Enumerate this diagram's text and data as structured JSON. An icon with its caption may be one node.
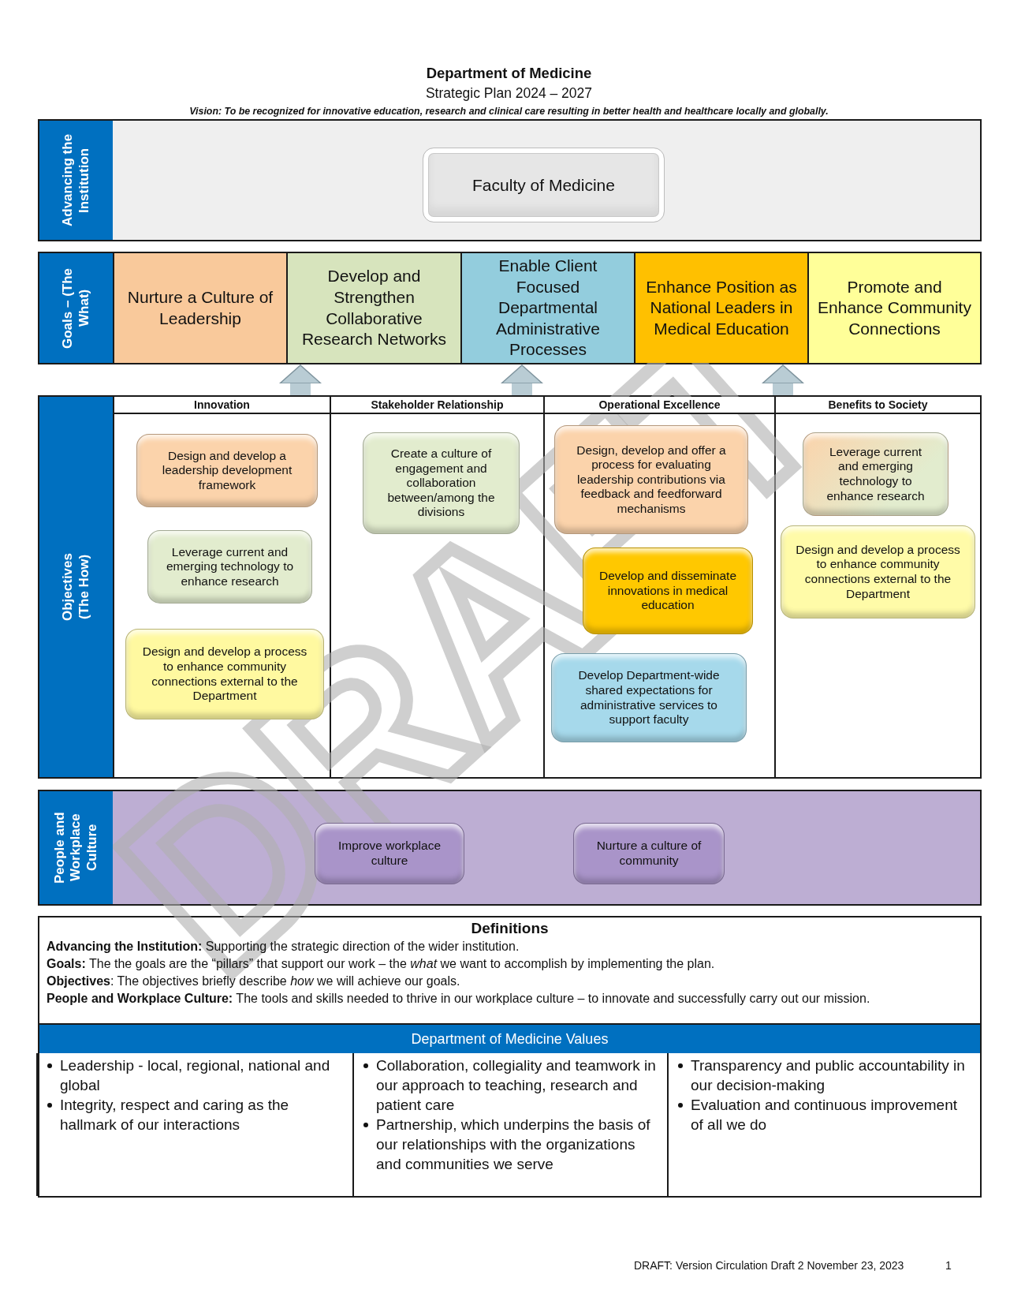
{
  "diagram": {
    "title": "Department of Medicine",
    "nodes": [
      {
        "text": [
          "Advancing the Institution"
        ]
      },
      {
        "text": [
          "Faculty of Medicine"
        ],
        "in": 0
      },
      {
        "text": [
          "Goals – (The What)"
        ]
      },
      {
        "text": [
          "Nurture a Culture of Leadership"
        ],
        "in": 2
      },
      {
        "text": [
          "Develop and Strengthen Collaborative Research Networks"
        ],
        "in": 2
      },
      {
        "text": [
          "Enable Client Focused Departmental Administrative Processes"
        ],
        "in": 2
      },
      {
        "text": [
          "Enhance Position as National Leaders in Medical Education"
        ],
        "in": 2
      },
      {
        "text": [
          "Promote and Enhance Community Connections"
        ],
        "in": 2
      },
      {
        "text": [
          "Objectives (The How)"
        ]
      },
      {
        "text": [
          "Innovation"
        ],
        "in": 8
      },
      {
        "text": [
          "Design and develop a leadership development framework"
        ],
        "in": 9
      },
      {
        "text": [
          "Leverage current and emerging technology to enhance research"
        ],
        "in": 9
      },
      {
        "text": [
          "Design and develop a process to enhance community connections external to the Department"
        ],
        "in": 9
      },
      {
        "text": [
          "Stakeholder Relationship"
        ],
        "in": 8
      },
      {
        "text": [
          "Create a culture of engagement and collaboration between/among the divisions"
        ],
        "in": 13
      },
      {
        "text": [
          "Operational Excellence"
        ],
        "in": 8
      },
      {
        "text": [
          "Design, develop and offer a process for evaluating leadership contributions via feedback and feedforward mechanisms"
        ],
        "in": 15
      },
      {
        "text": [
          "Develop and disseminate innovations in medical education"
        ],
        "in": 15
      },
      {
        "text": [
          "Develop Department-wide shared expectations for administrative services to support faculty"
        ],
        "in": 15
      },
      {
        "text": [
          "Benefits to Society"
        ],
        "in": 8
      },
      {
        "text": [
          "Leverage current and emerging technology to enhance research"
        ],
        "in": 19
      },
      {
        "text": [
          "Design and develop a process to enhance community connections external to the Department"
        ],
        "in": 19
      },
      {
        "text": [
          "People and Workplace Culture"
        ]
      },
      {
        "text": [
          "Improve workplace culture"
        ],
        "in": 22
      },
      {
        "text": [
          "Nurture a culture of community"
        ],
        "in": 22
      },
      {
        "text": [
          "Definitions",
          "**Advancing the Institution:** Supporting the strategic direction of the wider institution.",
          "**Goals:** The the goals are the “pillars” that support our work – the *what* we want to accomplish by implementing the plan.",
          "**Objectives**: The objectives briefly describe *how* we will achieve our goals.",
          "**People and Workplace Culture:** The tools and skills needed to thrive in our workplace culture – to innovate and successfully carry out our mission."
        ]
      },
      {
        "text": [
          "Department of Medicine Values"
        ]
      },
      {
        "text": [
          "Leadership - local, regional, national and global",
          "Integrity, respect and caring as the hallmark of our interactions"
        ],
        "in": 26
      },
      {
        "text": [
          "Collaboration, collegiality and teamwork in our approach to teaching, research and patient care",
          "Partnership, which underpins the basis of our relationships with the organizations and communities we serve"
        ],
        "in": 26
      },
      {
        "text": [
          "Transparency and public accountability in our decision-making",
          "Evaluation and continuous improvement of all we do"
        ],
        "in": 26
      }
    ],
    "edges": [
      {
        "from": 8,
        "to": 2,
        "arrow": "to"
      },
      {
        "from": 8,
        "to": 2,
        "arrow": "to"
      },
      {
        "from": 8,
        "to": 2,
        "arrow": "to"
      }
    ],
    "labels": [
      "Strategic Plan 2024 – 2027",
      "Vision: To be recognized for innovative education, research and clinical care resulting in better health and healthcare locally and globally.",
      "DRAFT",
      "DRAFT: Version Circulation Draft 2 November 23, 2023",
      "1"
    ]
  }
}
